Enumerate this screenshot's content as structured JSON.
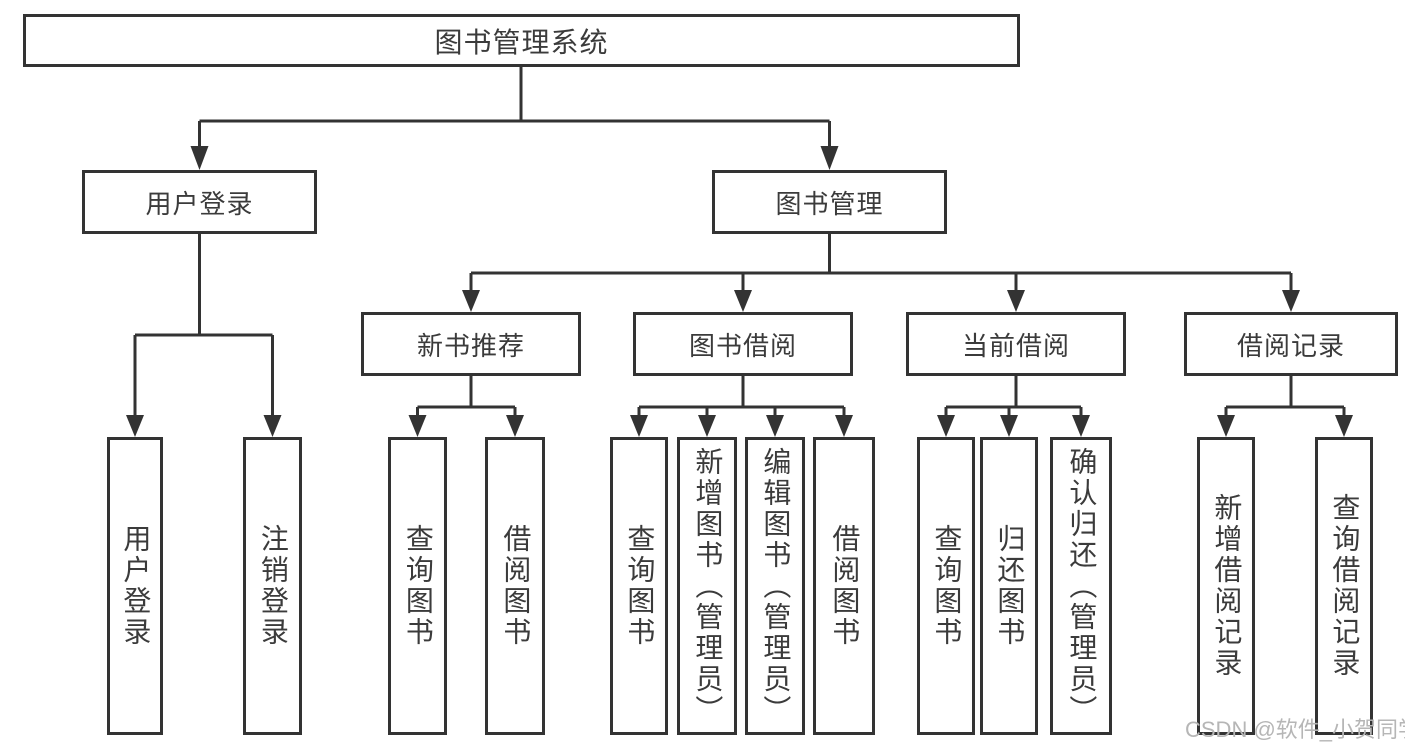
{
  "tree": {
    "label": "图书管理系统",
    "children": [
      {
        "label": "用户登录",
        "children": [
          {
            "label": "用户登录"
          },
          {
            "label": "注销登录"
          }
        ]
      },
      {
        "label": "图书管理",
        "children": [
          {
            "label": "新书推荐",
            "children": [
              {
                "label": "查询图书"
              },
              {
                "label": "借阅图书"
              }
            ]
          },
          {
            "label": "图书借阅",
            "children": [
              {
                "label": "查询图书"
              },
              {
                "label": "新增图书（管理员）"
              },
              {
                "label": "编辑图书（管理员）"
              },
              {
                "label": "借阅图书"
              }
            ]
          },
          {
            "label": "当前借阅",
            "children": [
              {
                "label": "查询图书"
              },
              {
                "label": "归还图书"
              },
              {
                "label": "确认归还（管理员）"
              }
            ]
          },
          {
            "label": "借阅记录",
            "children": [
              {
                "label": "新增借阅记录"
              },
              {
                "label": "查询借阅记录"
              }
            ]
          }
        ]
      }
    ]
  },
  "watermark": {
    "text": "CSDN @软件_小贺同学"
  },
  "colors": {
    "line": "#333333",
    "box_border": "#333333",
    "text": "#3b3b3b",
    "watermark": "#b6b6b6",
    "background": "#ffffff"
  }
}
